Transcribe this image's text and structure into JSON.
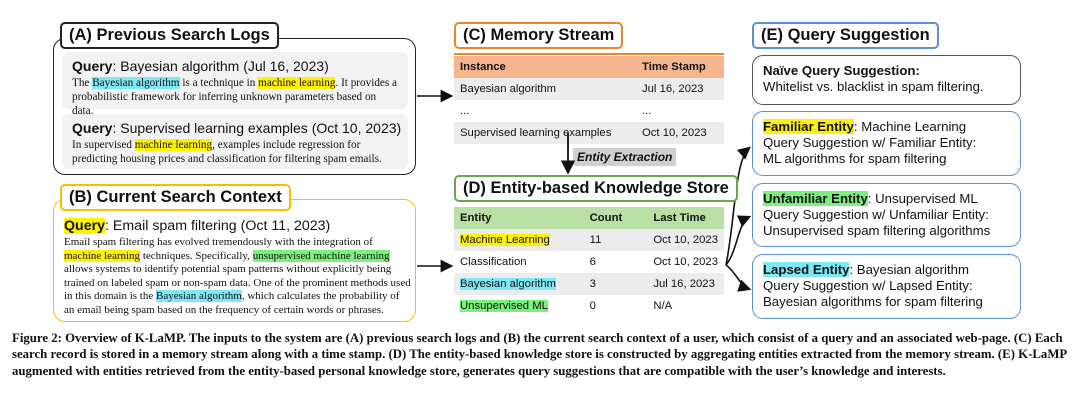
{
  "panel_a": {
    "title": "(A) Previous Search Logs",
    "log1": {
      "query_label": "Query",
      "query_text": ": Bayesian algorithm (Jul 16, 2023)",
      "desc_pre": "The ",
      "desc_hl1": "Bayesian algorithm",
      "desc_mid": " is a technique in ",
      "desc_hl2": "machine learning",
      "desc_post": ". It provides a",
      "desc_line2": "probabilistic framework for inferring unknown parameters based on data."
    },
    "log2": {
      "query_label": "Query",
      "query_text": ": Supervised learning examples (Oct 10, 2023)",
      "desc_pre": "In supervised ",
      "desc_hl": "machine learning",
      "desc_post": ", examples include regression for",
      "desc_line2": "predicting housing prices and classification for filtering spam emails."
    }
  },
  "panel_b": {
    "title": "(B) Current Search Context",
    "query_label": "Query",
    "query_text": ": Email spam filtering (Oct 11, 2023)",
    "l1": "Email spam filtering has evolved tremendously with the integration of",
    "l2_hl": "machine learning",
    "l2_mid": " techniques. Specifically, ",
    "l2_hl2": "unsupervised machine learning",
    "l3": "allows systems to identify potential spam patterns without explicitly being",
    "l4": "trained on labeled spam or non-spam data. One of the prominent methods used",
    "l5_pre": "in this domain is the ",
    "l5_hl": "Bayesian algorithm",
    "l5_post": ", which calculates the probability of",
    "l6": "an email being spam based on the frequency of certain words or phrases."
  },
  "panel_c": {
    "title": "(C) Memory Stream",
    "headers": [
      "Instance",
      "Time Stamp"
    ],
    "rows": [
      [
        "Bayesian algorithm",
        "Jul 16, 2023"
      ],
      [
        "...",
        "..."
      ],
      [
        "Supervised learning examples",
        "Oct 10, 2023"
      ]
    ]
  },
  "entity_extraction_label": "Entity Extraction",
  "panel_d": {
    "title": "(D) Entity-based Knowledge Store",
    "headers": [
      "Entity",
      "Count",
      "Last Time"
    ],
    "rows": [
      [
        "Machine Learning",
        "11",
        "Oct 10, 2023"
      ],
      [
        "Classification",
        "6",
        "Oct 10, 2023"
      ],
      [
        "Bayesian algorithm",
        "3",
        "Jul 16, 2023"
      ],
      [
        "Unsupervised ML",
        "0",
        "N/A"
      ]
    ]
  },
  "panel_e": {
    "title": "(E) Query Suggestion",
    "naive_label": "Naïve Query Suggestion:",
    "naive_text": "Whitelist vs. blacklist in spam filtering.",
    "familiar_label": "Familiar Entity",
    "familiar_value": ": Machine Learning",
    "familiar_l2": "Query Suggestion w/ Familiar Entity:",
    "familiar_l3": "ML algorithms for spam filtering",
    "unfamiliar_label": "Unfamiliar Entity",
    "unfamiliar_value": ": Unsupervised ML",
    "unfamiliar_l2": "Query Suggestion w/ Unfamiliar Entity:",
    "unfamiliar_l3": "Unsupervised spam filtering algorithms",
    "lapsed_label": "Lapsed Entity",
    "lapsed_value": ": Bayesian algorithm",
    "lapsed_l2": "Query Suggestion w/ Lapsed Entity:",
    "lapsed_l3": "Bayesian algorithms for spam filtering"
  },
  "caption": {
    "text": "Figure 2: Overview of K-LaMP. The inputs to the system are (A) previous search logs and (B) the current search context of a user, which consist of a query and an associated web-page. (C) Each search record is stored in a memory stream along with a time stamp. (D) The entity-based knowledge store is constructed by aggregating entities extracted from the memory stream. (E) K-LaMP augmented with entities retrieved from the entity-based personal knowledge store, generates query suggestions that are compatible with the user’s knowledge and interests."
  },
  "colors": {
    "panel_c_border": "#e8862c",
    "panel_c_header": "#f5b68f",
    "panel_d_border": "#6aa84f",
    "panel_d_header": "#b9e0a5",
    "panel_e_border": "#5b8fd6",
    "panel_b_border": "#f2c200",
    "highlight_yellow": "#fff200",
    "highlight_cyan": "#7fe8f5",
    "highlight_green": "#7cf07c"
  }
}
